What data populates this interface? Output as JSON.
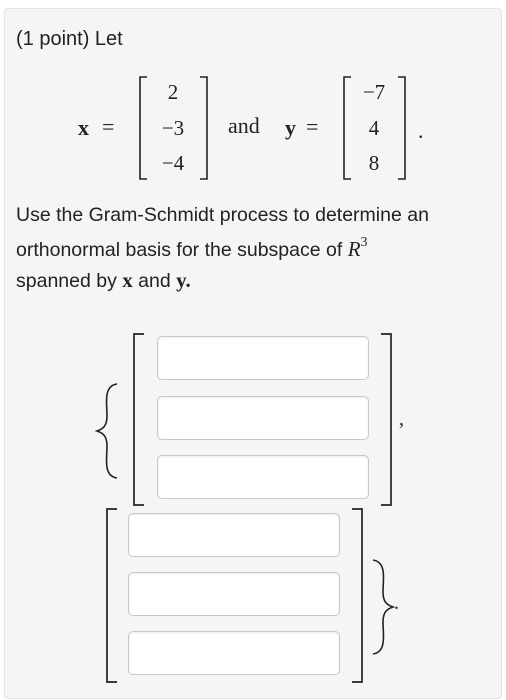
{
  "problem": {
    "header": "(1 point) Let",
    "x_symbol": "x",
    "equals": "=",
    "and_word": "and",
    "y_symbol": "y",
    "period": ".",
    "x_vector": [
      "2",
      "−3",
      "−4"
    ],
    "y_vector": [
      "−7",
      "4",
      "8"
    ],
    "instruction_line1": "Use the Gram-Schmidt process to determine an",
    "instruction_line2_text": "orthonormal basis for the subspace of ",
    "space_base": "R",
    "space_exponent": "3",
    "instruction_line3_text1": "spanned by ",
    "instruction_line3_x": "x",
    "instruction_line3_and": " and ",
    "instruction_line3_y": "y",
    "instruction_line3_period": "."
  },
  "answer": {
    "comma": ",",
    "final_period": ".",
    "vector1": [
      "",
      "",
      ""
    ],
    "vector2": [
      "",
      "",
      ""
    ]
  }
}
